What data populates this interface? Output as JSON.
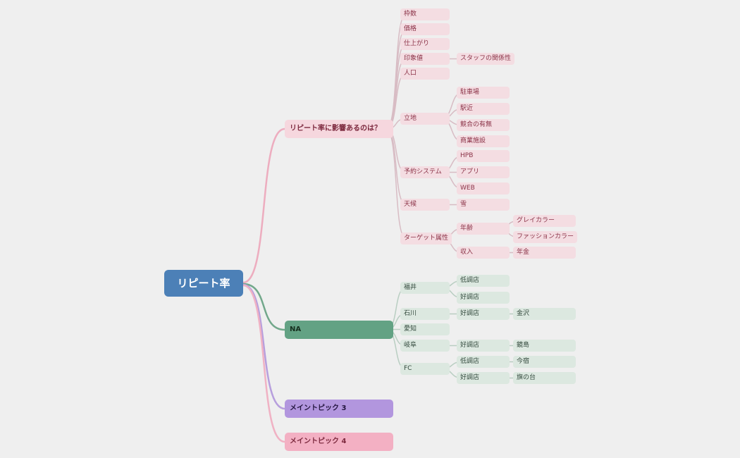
{
  "palette": {
    "background": "#efefef",
    "root_bg": "#4c80b7",
    "root_text": "#ffffff",
    "branch_factors_bg": "#f6d7de",
    "branch_factors_text": "#7d2a3f",
    "branch_na_bg": "#63a284",
    "branch_topic3_bg": "#b296de",
    "branch_topic4_bg": "#f3b0c3",
    "pink_child_bg": "#f4dde2",
    "green_child_bg": "#dce8e0",
    "link_factors": "#edadbf",
    "link_na": "#72a88b",
    "link_topic3": "#b79fdd",
    "link_topic4": "#f0b2c4"
  },
  "root": {
    "label": "リピート率"
  },
  "branches": [
    {
      "label": "リピート率に影響あるのは？",
      "children": [
        {
          "label": "枠数"
        },
        {
          "label": "価格"
        },
        {
          "label": "仕上がり"
        },
        {
          "label": "印象値",
          "children": [
            {
              "label": "スタッフの関係性"
            }
          ]
        },
        {
          "label": "人口"
        },
        {
          "label": "立地",
          "children": [
            {
              "label": "駐車場"
            },
            {
              "label": "駅近"
            },
            {
              "label": "競合の有無"
            },
            {
              "label": "商業施設"
            }
          ]
        },
        {
          "label": "予約システム",
          "children": [
            {
              "label": "HPB"
            },
            {
              "label": "アプリ"
            },
            {
              "label": "WEB"
            }
          ]
        },
        {
          "label": "天候",
          "children": [
            {
              "label": "雪"
            }
          ]
        },
        {
          "label": "ターゲット属性",
          "children": [
            {
              "label": "年齢",
              "children": [
                {
                  "label": "グレイカラー"
                },
                {
                  "label": "ファッションカラー"
                }
              ]
            },
            {
              "label": "収入",
              "children": [
                {
                  "label": "年金"
                }
              ]
            }
          ]
        }
      ]
    },
    {
      "label": "NA",
      "children": [
        {
          "label": "福井",
          "children": [
            {
              "label": "低調店"
            },
            {
              "label": "好調店"
            }
          ]
        },
        {
          "label": "石川",
          "children": [
            {
              "label": "好調店",
              "children": [
                {
                  "label": "金沢"
                }
              ]
            }
          ]
        },
        {
          "label": "愛知"
        },
        {
          "label": "岐阜",
          "children": [
            {
              "label": "好調店",
              "children": [
                {
                  "label": "鏡島"
                }
              ]
            }
          ]
        },
        {
          "label": "FC",
          "children": [
            {
              "label": "低調店",
              "children": [
                {
                  "label": "今宿"
                }
              ]
            },
            {
              "label": "好調店",
              "children": [
                {
                  "label": "旗の台"
                }
              ]
            }
          ]
        }
      ]
    },
    {
      "label": "メイントピック 3"
    },
    {
      "label": "メイントピック 4"
    }
  ]
}
